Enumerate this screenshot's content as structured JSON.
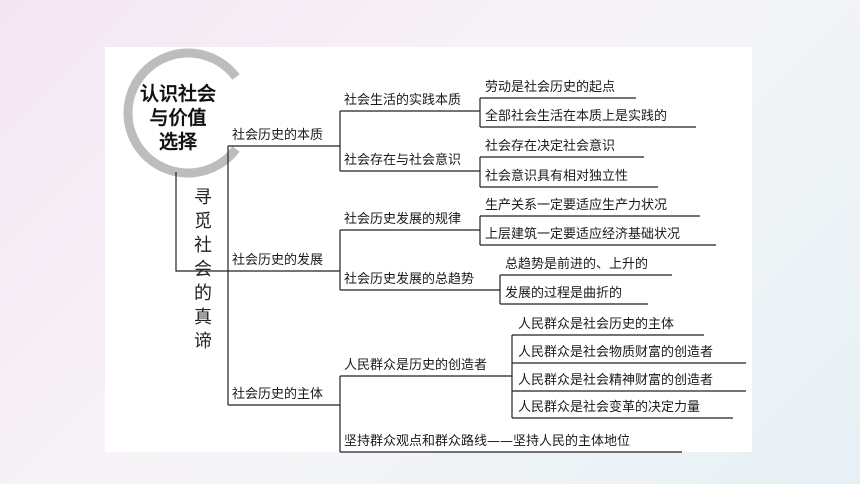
{
  "title": "认识社会与价值选择",
  "title_lines": [
    "认识社会",
    "与价值",
    "选择"
  ],
  "subtitle": "寻觅社会的真谛",
  "level1": [
    "社会历史的本质",
    "社会历史的发展",
    "社会历史的主体"
  ],
  "level2": [
    "社会生活的实践本质",
    "社会存在与社会意识",
    "社会历史发展的规律",
    "社会历史发展的总趋势",
    "人民群众是历史的创造者",
    "坚持群众观点和群众路线——坚持人民的主体地位"
  ],
  "level3": [
    "劳动是社会历史的起点",
    "全部社会生活在本质上是实践的",
    "社会存在决定社会意识",
    "社会意识具有相对独立性",
    "生产关系一定要适应生产力状况",
    "上层建筑一定要适应经济基础状况",
    "总趋势是前进的、上升的",
    "发展的过程是曲折的",
    "人民群众是社会历史的主体",
    "人民群众是社会物质财富的创造者",
    "人民群众是社会精神财富的创造者",
    "人民群众是社会变革的决定力量"
  ]
}
